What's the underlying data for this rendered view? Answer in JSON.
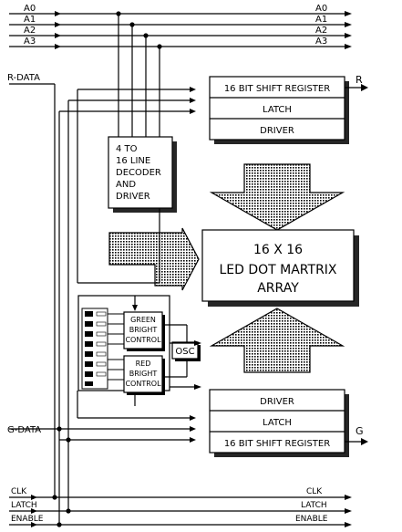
{
  "address_lines": [
    "A0",
    "A1",
    "A2",
    "A3"
  ],
  "r_data_label": "R-DATA",
  "g_data_label": "G-DATA",
  "r_output_label": "R",
  "g_output_label": "G",
  "top_register": {
    "shift_register": "16 BIT SHIFT REGISTER",
    "latch": "LATCH",
    "driver": "DRIVER"
  },
  "bottom_register": {
    "driver": "DRIVER",
    "latch": "LATCH",
    "shift_register": "16 BIT SHIFT REGISTER"
  },
  "decoder_lines": [
    "4 TO",
    "16 LINE",
    "DECODER",
    "AND",
    "DRIVER"
  ],
  "matrix_lines": [
    "16 X 16",
    "LED DOT MARTRIX",
    "ARRAY"
  ],
  "green_control_lines": [
    "GREEN",
    "BRIGHT",
    "CONTROL"
  ],
  "red_control_lines": [
    "RED",
    "BRIGHT",
    "CONTROL"
  ],
  "osc_label": "OSC",
  "control_lines": [
    "CLK",
    "LATCH",
    "ENABLE"
  ]
}
